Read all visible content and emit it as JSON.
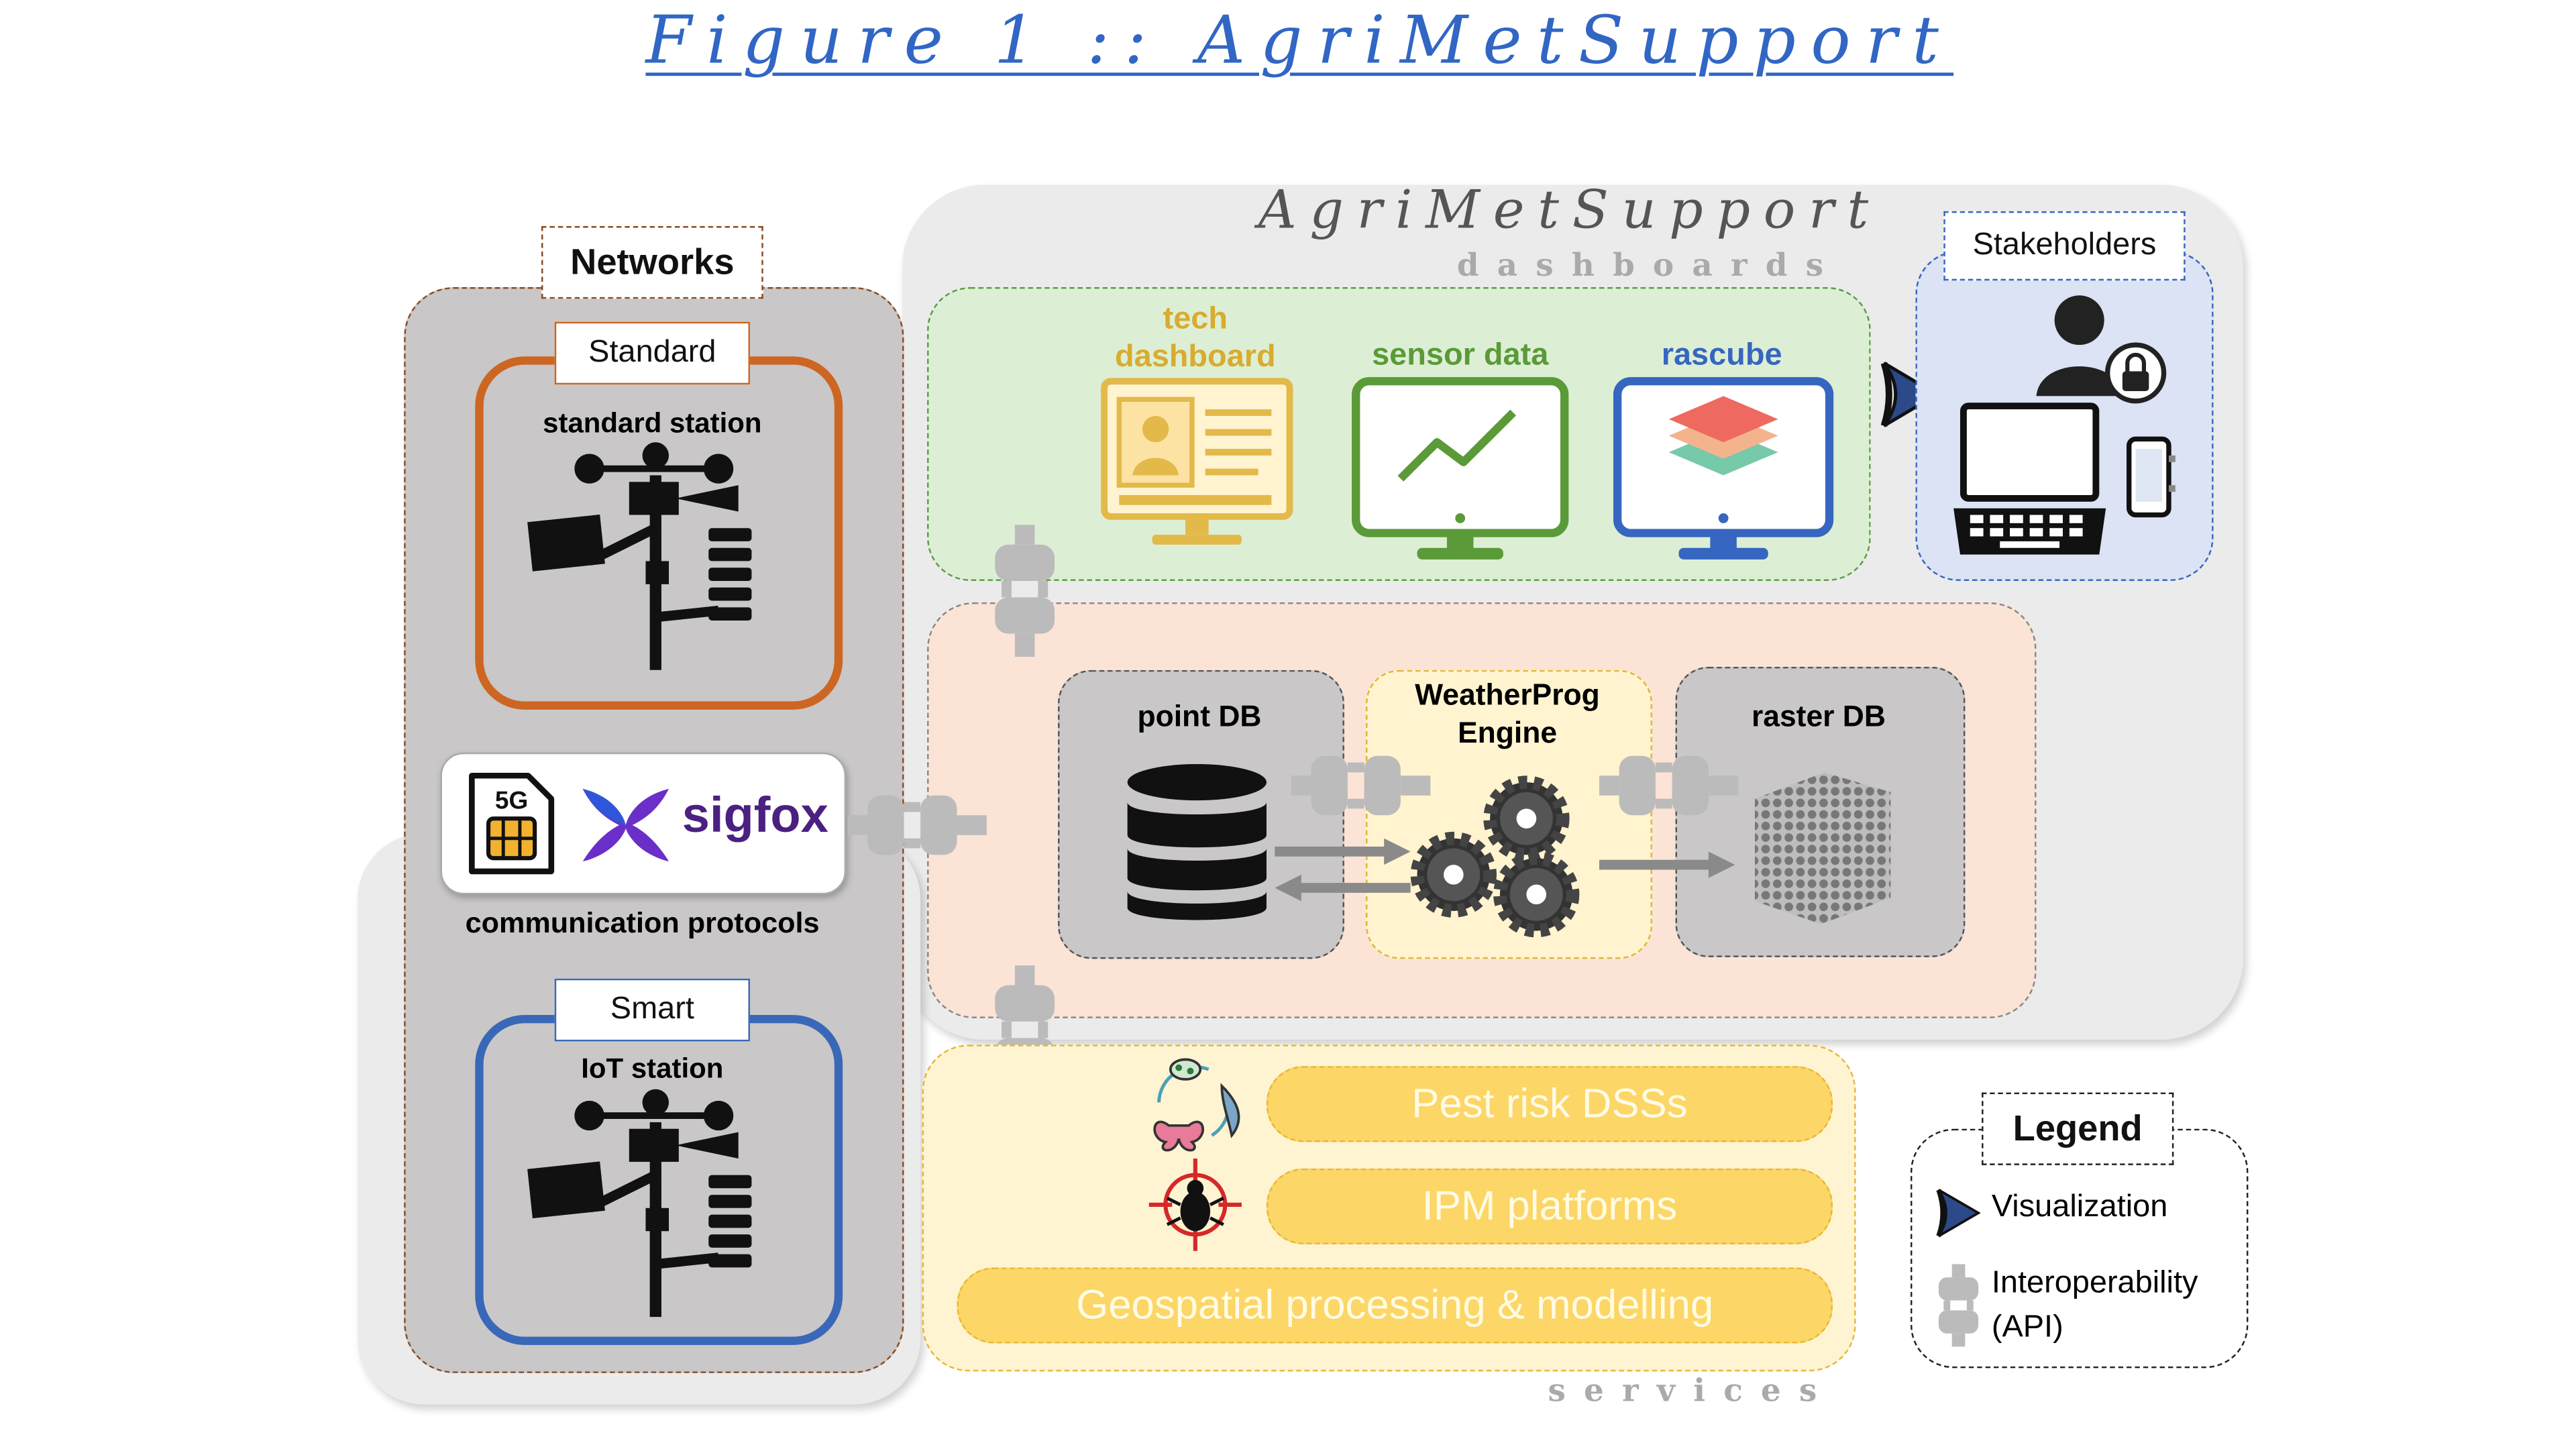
{
  "figure_title": "Figure 1 :: AgriMetSupport",
  "platform": {
    "title": "AgriMetSupport",
    "dashboards_label": "dashboards",
    "services_label": "services"
  },
  "networks": {
    "label": "Networks",
    "standard": {
      "tag": "Standard",
      "title": "standard station"
    },
    "smart": {
      "tag": "Smart",
      "title": "IoT station"
    },
    "protocols": {
      "sim": "5G",
      "sigfox": "sigfox",
      "caption": "communication protocols"
    }
  },
  "dashboards": {
    "tech": {
      "line1": "tech",
      "line2": "dashboard",
      "color": "#d9ab2f"
    },
    "sensor": {
      "label": "sensor data",
      "color": "#5b9a38"
    },
    "rascube": {
      "label": "rascube",
      "color": "#3766c0"
    }
  },
  "engine": {
    "point_db": "point DB",
    "weatherprog": {
      "line1": "WeatherProg",
      "line2": "Engine"
    },
    "raster_db": "raster DB"
  },
  "stakeholders": {
    "label": "Stakeholders"
  },
  "services": {
    "items": [
      "Pest risk DSSs",
      "IPM platforms",
      "Geospatial processing & modelling"
    ]
  },
  "legend": {
    "title": "Legend",
    "visualization": "Visualization",
    "interop_line1": "Interoperability",
    "interop_line2": "(API)"
  },
  "colors": {
    "standard_border": "#cc6622",
    "smart_border": "#3a68b8",
    "dashboards_bg": "#dcefd4",
    "engine_bg": "#fbe3d6",
    "services_bg": "#fff4d2",
    "pill_fill": "#fcd666",
    "title_blue": "#3166c4"
  }
}
